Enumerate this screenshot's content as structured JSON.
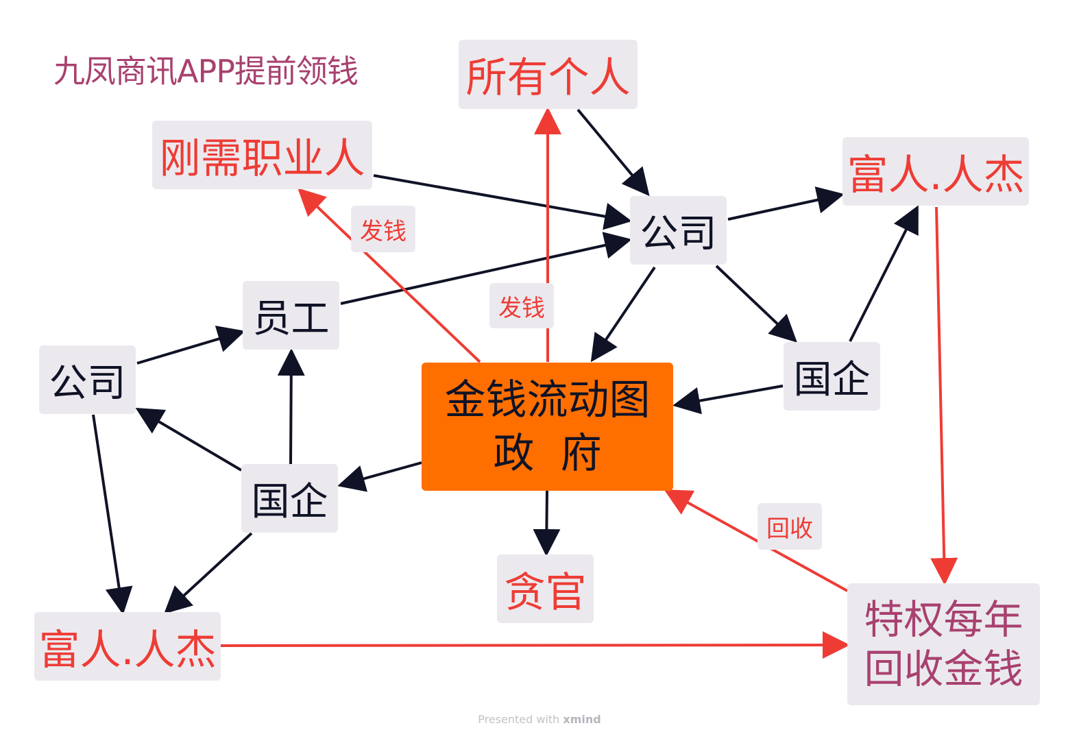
{
  "title": "九凤商讯APP提前领钱",
  "nodes": {
    "all_individuals": "所有个人",
    "essential_professionals": "刚需职业人",
    "company_top": "公司",
    "rich_elite_top": "富人.人杰",
    "employee": "员工",
    "company_left": "公司",
    "soe_right": "国企",
    "center_line1": "金钱流动图",
    "center_line2": "政  府",
    "soe_left": "国企",
    "corrupt_officials": "贪官",
    "rich_elite_bottom": "富人.人杰",
    "privilege_line1": "特权每年",
    "privilege_line2": "回收金钱"
  },
  "labels": {
    "send_money_1": "发钱",
    "send_money_2": "发钱",
    "recycle": "回收"
  },
  "footer": {
    "prefix": "Presented with",
    "brand": "xmind"
  },
  "colors": {
    "dark_arrow": "#101326",
    "red_arrow": "#ee3c35",
    "center_fill": "#ff6f00",
    "node_fill": "#ebe9ee",
    "purple_text": "#a8416f"
  }
}
